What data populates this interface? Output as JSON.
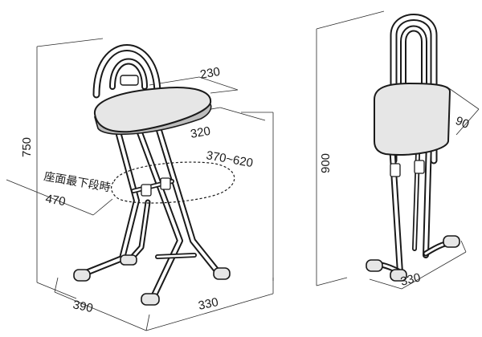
{
  "figure": {
    "colors": {
      "ink": "#1a1a1a",
      "seat_fill": "#e6e6e6",
      "frame_fill": "#eeeeee",
      "background": "#ffffff"
    },
    "left_view": {
      "seat_depth": "230",
      "seat_width": "320",
      "seat_height_range": "370~620",
      "overall_height": "750",
      "lowest_seat_note": "座面最下段時",
      "lowest_seat_depth": "470",
      "base_depth": "390",
      "base_width": "330"
    },
    "right_view": {
      "folded_height": "900",
      "folded_depth": "90",
      "folded_width": "330"
    }
  }
}
